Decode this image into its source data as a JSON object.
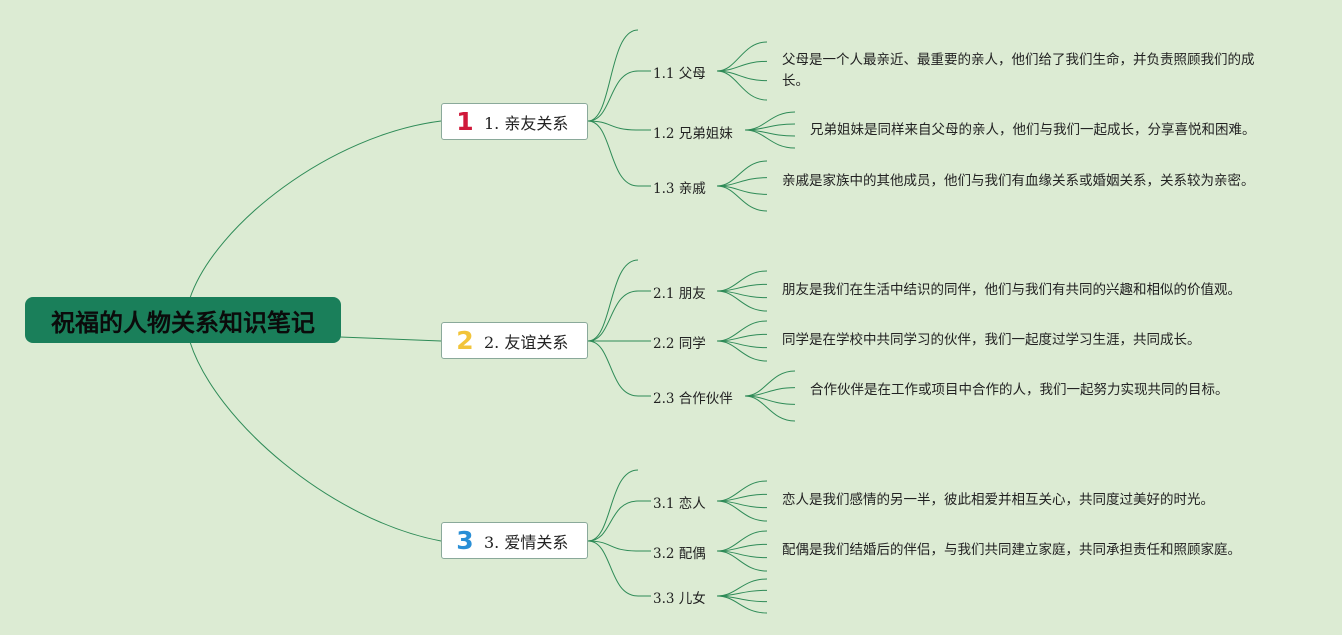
{
  "root": {
    "title": "祝福的人物关系知识笔记"
  },
  "colors": {
    "background": "#dcebd3",
    "root_fill": "#1a7f5a",
    "line": "#2e8b57",
    "badge1": "#d0193a",
    "badge2": "#f2c43a",
    "badge3": "#2a8fd6"
  },
  "branches": [
    {
      "badge": "1",
      "label": "1. 亲友关系",
      "children": [
        {
          "label": "1.1 父母",
          "desc": "父母是一个人最亲近、最重要的亲人，他们给了我们生命，并负责照顾我们的成长。"
        },
        {
          "label": "1.2 兄弟姐妹",
          "desc": "兄弟姐妹是同样来自父母的亲人，他们与我们一起成长，分享喜悦和困难。"
        },
        {
          "label": "1.3 亲戚",
          "desc": "亲戚是家族中的其他成员，他们与我们有血缘关系或婚姻关系，关系较为亲密。"
        }
      ]
    },
    {
      "badge": "2",
      "label": "2. 友谊关系",
      "children": [
        {
          "label": "2.1 朋友",
          "desc": "朋友是我们在生活中结识的同伴，他们与我们有共同的兴趣和相似的价值观。"
        },
        {
          "label": "2.2 同学",
          "desc": "同学是在学校中共同学习的伙伴，我们一起度过学习生涯，共同成长。"
        },
        {
          "label": "2.3 合作伙伴",
          "desc": "合作伙伴是在工作或项目中合作的人，我们一起努力实现共同的目标。"
        }
      ]
    },
    {
      "badge": "3",
      "label": "3. 爱情关系",
      "children": [
        {
          "label": "3.1 恋人",
          "desc": "恋人是我们感情的另一半，彼此相爱并相互关心，共同度过美好的时光。"
        },
        {
          "label": "3.2 配偶",
          "desc": "配偶是我们结婚后的伴侣，与我们共同建立家庭，共同承担责任和照顾家庭。"
        },
        {
          "label": "3.3 儿女",
          "desc": ""
        }
      ]
    }
  ]
}
